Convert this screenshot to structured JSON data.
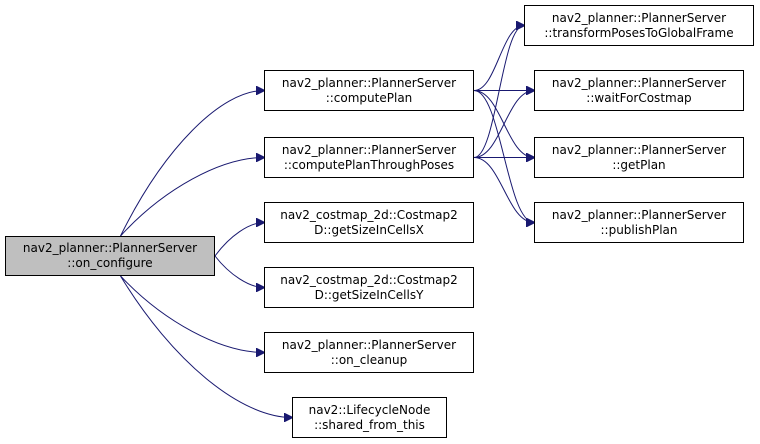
{
  "colors": {
    "edge": "#191970",
    "root_fill": "#bfbfbf",
    "node_fill": "#ffffff",
    "border": "#000000"
  },
  "nodes": {
    "on_configure": {
      "line1": "nav2_planner::PlannerServer",
      "line2": "::on_configure"
    },
    "computePlan": {
      "line1": "nav2_planner::PlannerServer",
      "line2": "::computePlan"
    },
    "computePlanThroughPoses": {
      "line1": "nav2_planner::PlannerServer",
      "line2": "::computePlanThroughPoses"
    },
    "getSizeInCellsX": {
      "line1": "nav2_costmap_2d::Costmap2",
      "line2": "D::getSizeInCellsX"
    },
    "getSizeInCellsY": {
      "line1": "nav2_costmap_2d::Costmap2",
      "line2": "D::getSizeInCellsY"
    },
    "on_cleanup": {
      "line1": "nav2_planner::PlannerServer",
      "line2": "::on_cleanup"
    },
    "shared_from_this": {
      "line1": "nav2::LifecycleNode",
      "line2": "::shared_from_this"
    },
    "transformPosesToGlobalFrame": {
      "line1": "nav2_planner::PlannerServer",
      "line2": "::transformPosesToGlobalFrame"
    },
    "waitForCostmap": {
      "line1": "nav2_planner::PlannerServer",
      "line2": "::waitForCostmap"
    },
    "getPlan": {
      "line1": "nav2_planner::PlannerServer",
      "line2": "::getPlan"
    },
    "publishPlan": {
      "line1": "nav2_planner::PlannerServer",
      "line2": "::publishPlan"
    }
  },
  "edges": [
    [
      "on_configure",
      "computePlan"
    ],
    [
      "on_configure",
      "computePlanThroughPoses"
    ],
    [
      "on_configure",
      "getSizeInCellsX"
    ],
    [
      "on_configure",
      "getSizeInCellsY"
    ],
    [
      "on_configure",
      "on_cleanup"
    ],
    [
      "on_configure",
      "shared_from_this"
    ],
    [
      "computePlan",
      "transformPosesToGlobalFrame"
    ],
    [
      "computePlan",
      "waitForCostmap"
    ],
    [
      "computePlan",
      "getPlan"
    ],
    [
      "computePlan",
      "publishPlan"
    ],
    [
      "computePlanThroughPoses",
      "transformPosesToGlobalFrame"
    ],
    [
      "computePlanThroughPoses",
      "waitForCostmap"
    ],
    [
      "computePlanThroughPoses",
      "getPlan"
    ],
    [
      "computePlanThroughPoses",
      "publishPlan"
    ]
  ]
}
